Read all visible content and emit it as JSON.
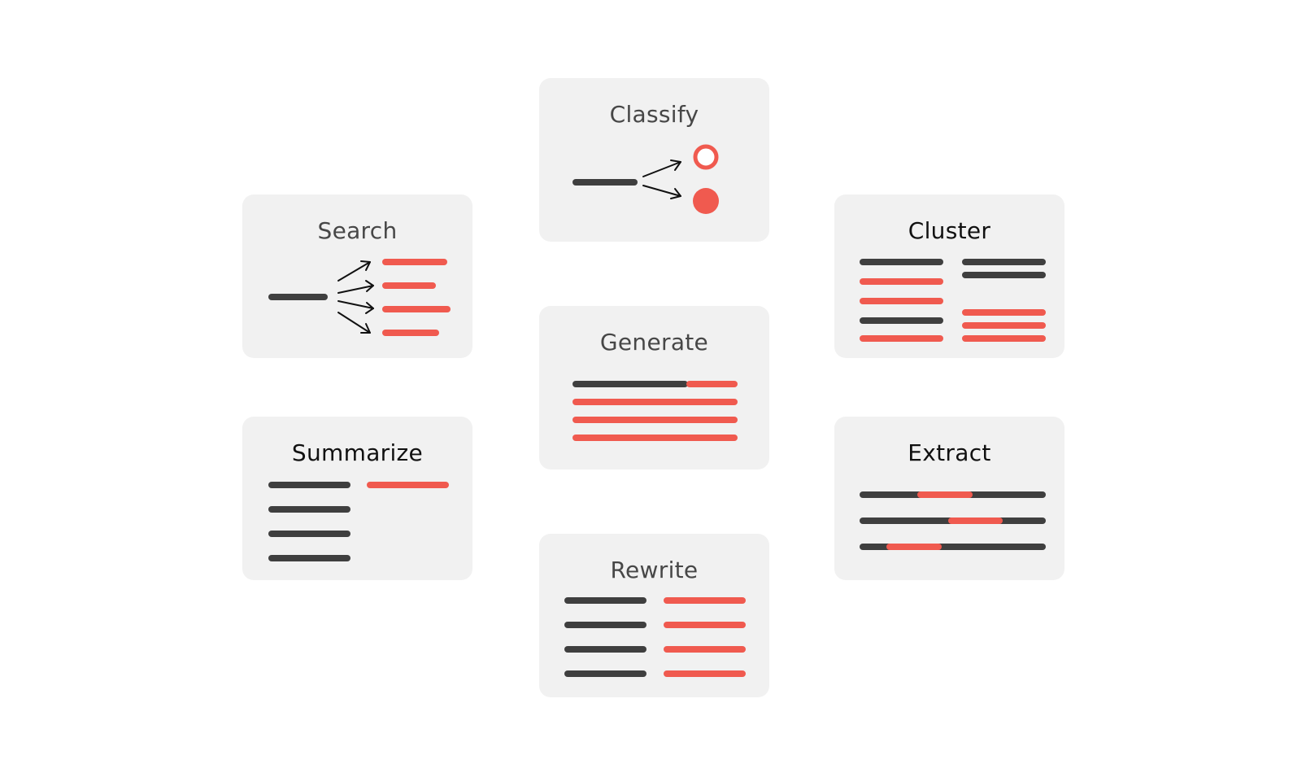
{
  "colors": {
    "card_background": "#f1f1f1",
    "dark_bar": "#3f3f3f",
    "red_bar": "#f05a4f",
    "arrow": "#111111"
  },
  "cards": {
    "classify": {
      "title": "Classify"
    },
    "search": {
      "title": "Search"
    },
    "cluster": {
      "title": "Cluster"
    },
    "generate": {
      "title": "Generate"
    },
    "summarize": {
      "title": "Summarize"
    },
    "extract": {
      "title": "Extract"
    },
    "rewrite": {
      "title": "Rewrite"
    }
  }
}
